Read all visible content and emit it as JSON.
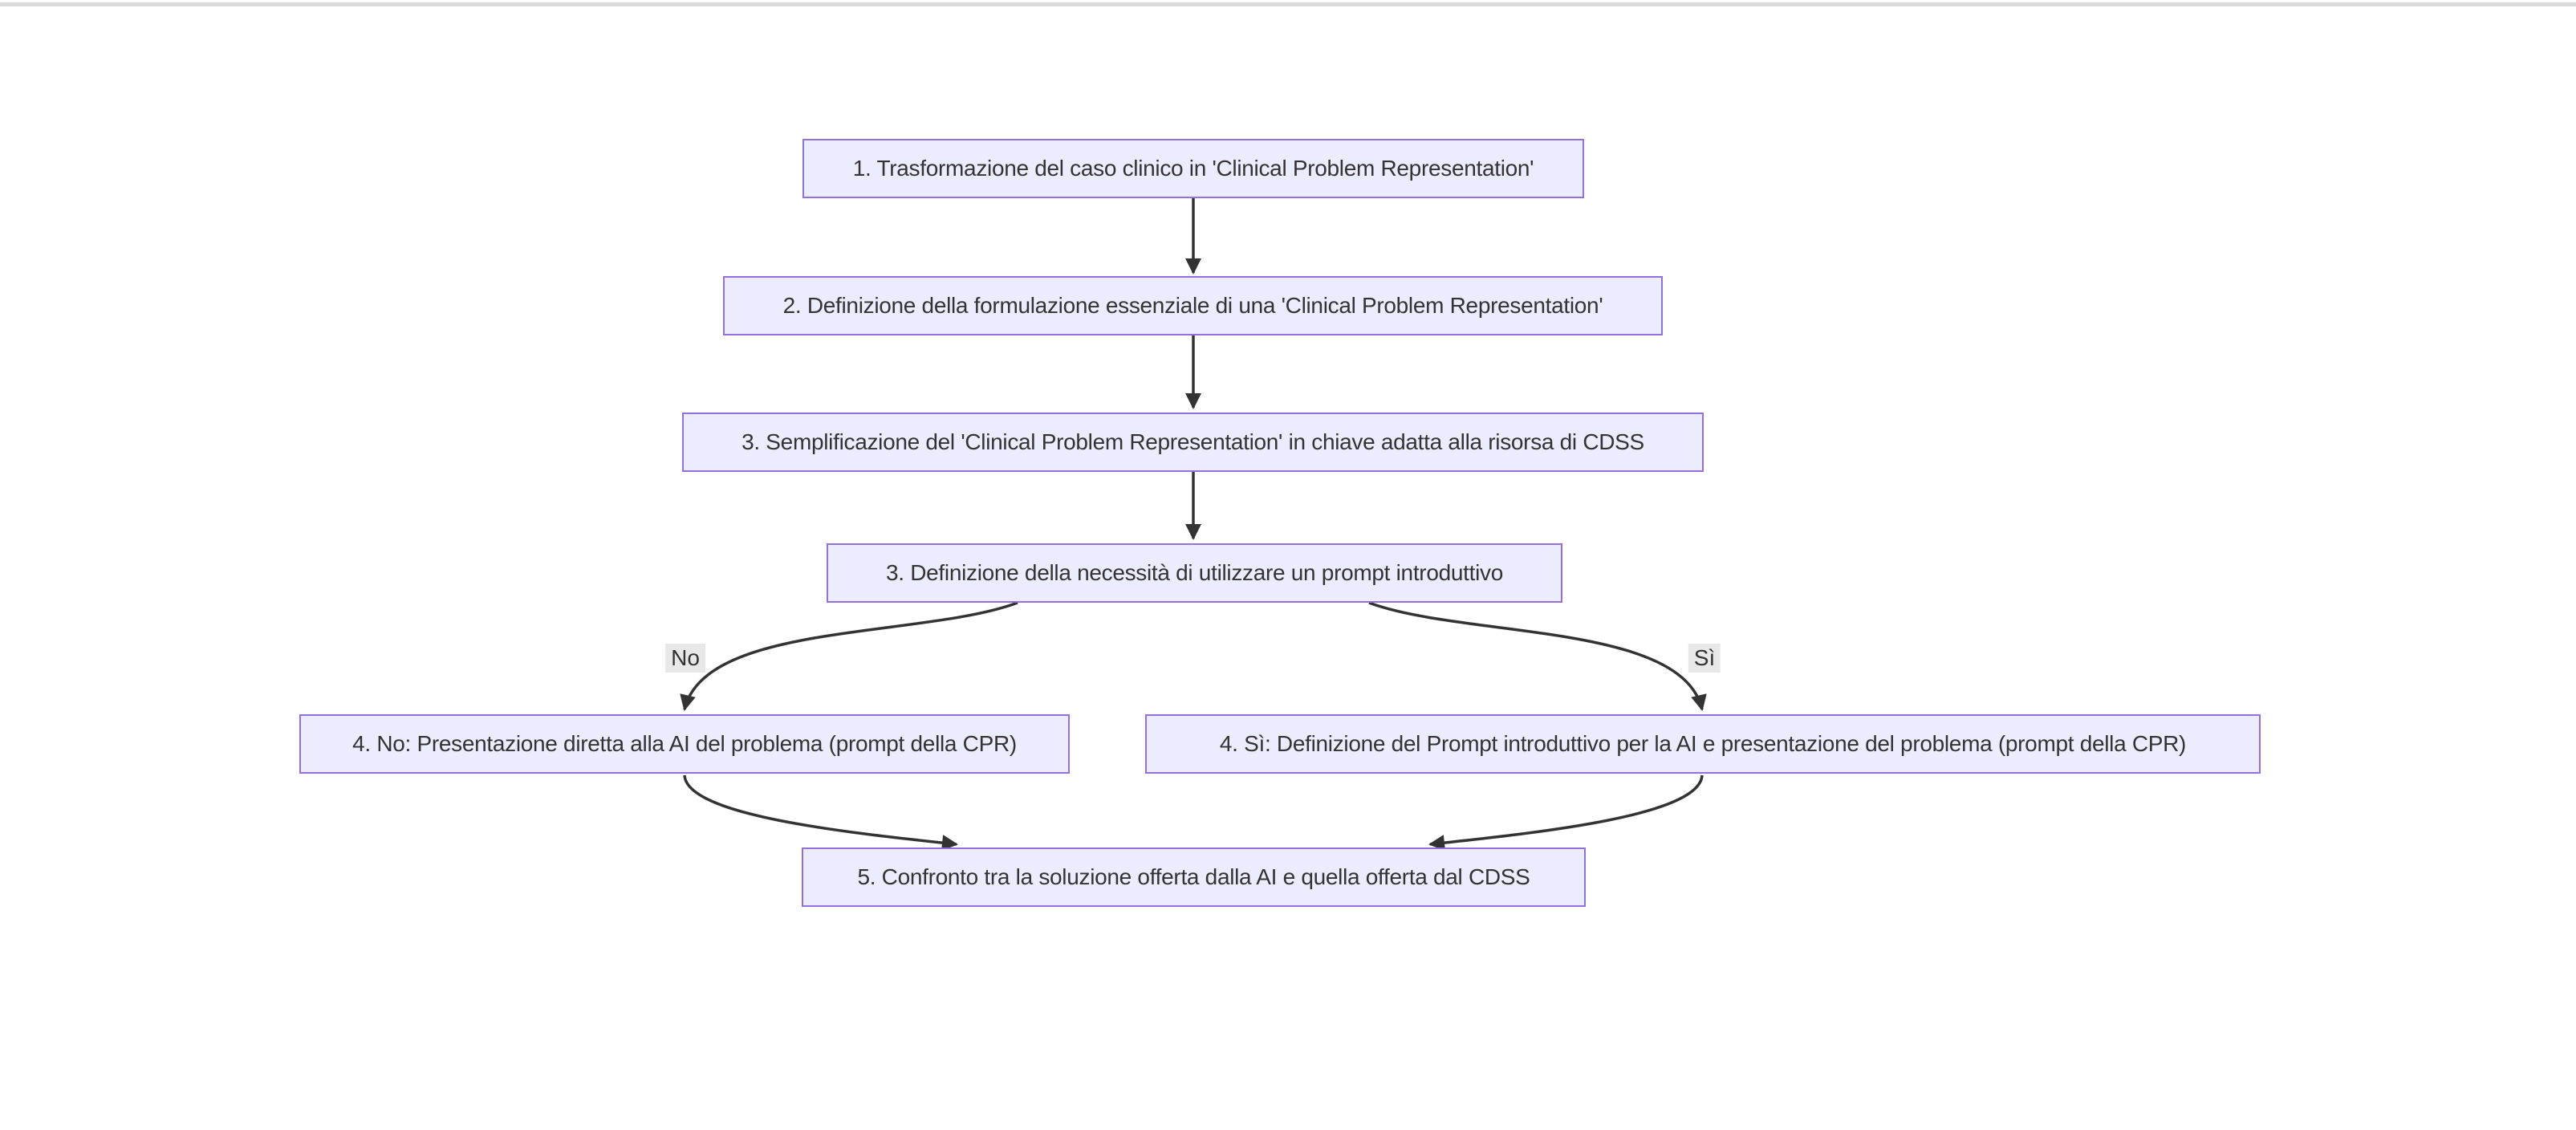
{
  "page": {
    "background": "#ffffff",
    "top_bar_color": "#dadada"
  },
  "theme": {
    "node_fill": "#ECECFF",
    "node_border": "#9370DB",
    "node_text": "#333333",
    "edge_color": "#333333",
    "edge_label_bg": "#e8e8e8"
  },
  "flowchart": {
    "type": "flowchart-top-down",
    "nodes": [
      {
        "id": "step1",
        "label": "1. Trasformazione del caso clinico in 'Clinical Problem Representation'"
      },
      {
        "id": "step2",
        "label": "2. Definizione della formulazione essenziale di una 'Clinical Problem Representation'"
      },
      {
        "id": "step3",
        "label": "3. Semplificazione del 'Clinical Problem Representation' in chiave adatta alla risorsa di CDSS"
      },
      {
        "id": "step3b",
        "label": "3. Definizione della necessità di utilizzare un prompt introduttivo"
      },
      {
        "id": "step4no",
        "label": "4. No: Presentazione diretta alla AI del problema (prompt della CPR)"
      },
      {
        "id": "step4si",
        "label": "4. Sì: Definizione del Prompt introduttivo per la AI e presentazione del problema (prompt della CPR)"
      },
      {
        "id": "step5",
        "label": "5. Confronto tra la soluzione offerta dalla AI e quella offerta dal CDSS"
      }
    ],
    "edges": [
      {
        "from": "step1",
        "to": "step2",
        "label": ""
      },
      {
        "from": "step2",
        "to": "step3",
        "label": ""
      },
      {
        "from": "step3",
        "to": "step3b",
        "label": ""
      },
      {
        "from": "step3b",
        "to": "step4no",
        "label": "No"
      },
      {
        "from": "step3b",
        "to": "step4si",
        "label": "Sì"
      },
      {
        "from": "step4no",
        "to": "step5",
        "label": ""
      },
      {
        "from": "step4si",
        "to": "step5",
        "label": ""
      }
    ]
  }
}
